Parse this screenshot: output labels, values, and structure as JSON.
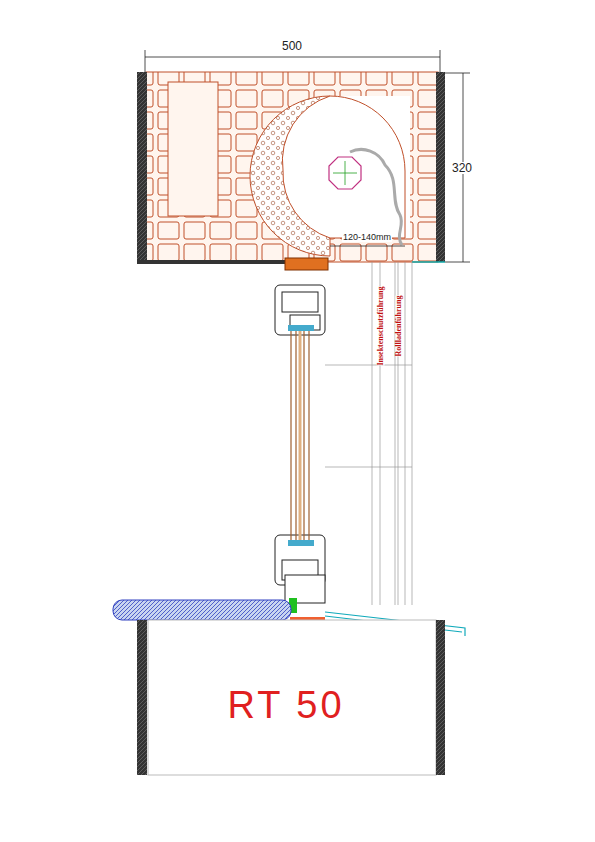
{
  "diagram": {
    "labels": [
      "500",
      "320",
      "120-140mm",
      "Insektenschutzführung",
      "Rollladenführung",
      "RT 50"
    ]
  }
}
